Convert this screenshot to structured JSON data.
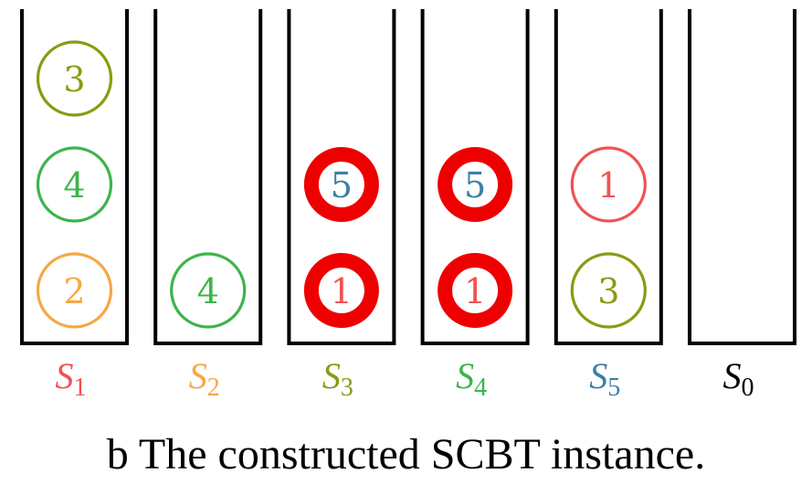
{
  "caption": "b The constructed SCBT instance.",
  "colors": {
    "red": "#f05252",
    "orange": "#f5a845",
    "olive": "#8c9a12",
    "green": "#3cb54a",
    "blue": "#3d7fa4",
    "black": "#000000",
    "highlight_red": "#ee0000"
  },
  "stacks": [
    {
      "label": "S",
      "subscript": "1",
      "color": "red",
      "balls": [
        {
          "n": "2",
          "color": "orange"
        },
        {
          "n": "4",
          "color": "green"
        },
        {
          "n": "3",
          "color": "olive"
        }
      ]
    },
    {
      "label": "S",
      "subscript": "2",
      "color": "orange",
      "balls": [
        {
          "n": "4",
          "color": "green"
        }
      ]
    },
    {
      "label": "S",
      "subscript": "3",
      "color": "olive",
      "balls": [
        {
          "n": "1",
          "color": "red",
          "highlight": true
        },
        {
          "n": "5",
          "color": "blue",
          "highlight": true
        }
      ]
    },
    {
      "label": "S",
      "subscript": "4",
      "color": "green",
      "balls": [
        {
          "n": "1",
          "color": "red",
          "highlight": true
        },
        {
          "n": "5",
          "color": "blue",
          "highlight": true
        }
      ]
    },
    {
      "label": "S",
      "subscript": "5",
      "color": "blue",
      "balls": [
        {
          "n": "3",
          "color": "olive"
        },
        {
          "n": "1",
          "color": "red"
        }
      ]
    },
    {
      "label": "S",
      "subscript": "0",
      "color": "black",
      "balls": []
    }
  ]
}
